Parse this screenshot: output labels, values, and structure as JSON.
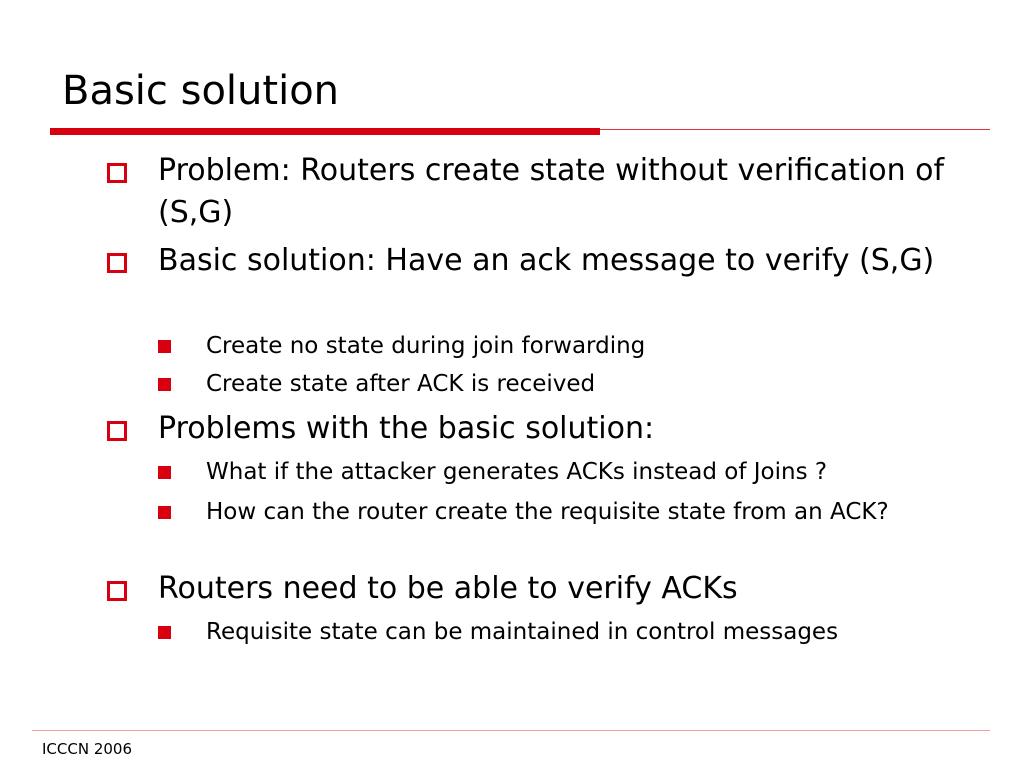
{
  "slide": {
    "title": "Basic solution",
    "bullets": [
      {
        "text": "Problem: Routers create state without verification of (S,G)"
      },
      {
        "text": "Basic solution: Have an ack message to verify (S,G)"
      },
      {
        "text": "Create no state during join forwarding"
      },
      {
        "text": "Create state after ACK is received"
      },
      {
        "text": "Problems with the basic solution:"
      },
      {
        "text": "What if the attacker generates ACKs instead of Joins ?"
      },
      {
        "text": "How can the router create the requisite state from an ACK?"
      },
      {
        "text": "Routers need to be able to verify ACKs"
      },
      {
        "text": "Requisite state can be maintained in control messages"
      }
    ],
    "footer": "ICCCN 2006"
  },
  "colors": {
    "accent": "#d8000f",
    "text": "#000000",
    "background": "#ffffff"
  }
}
